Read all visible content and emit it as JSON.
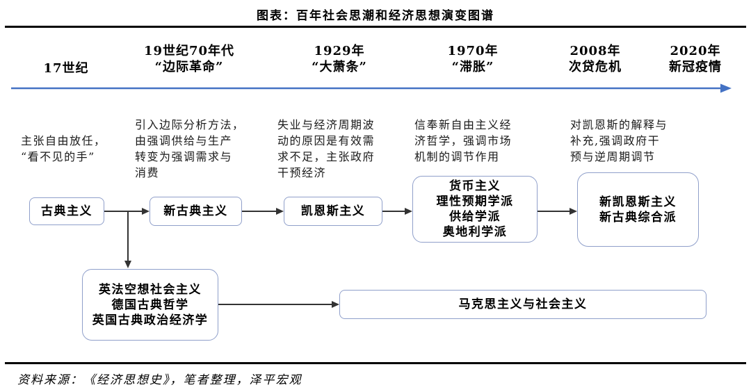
{
  "title": "图表：百年社会思潮和经济思想演变图谱",
  "timeline": {
    "eras": [
      {
        "text": "17世纪"
      },
      {
        "text": "19世纪70年代\n“边际革命”"
      },
      {
        "text": "1929年\n“大萧条”"
      },
      {
        "text": "1970年\n“滞胀”"
      },
      {
        "text": "2008年\n次贷危机"
      },
      {
        "text": "2020年\n新冠疫情"
      }
    ]
  },
  "descriptions": [
    "主张自由放任，\n“看不见的手”",
    "引入边际分析方法，\n由强调供给与生产\n转变为强调需求与\n消费",
    "失业与经济周期波\n动的原因是有效需\n求不足，主张政府\n干预经济",
    "信奉新自由主义经\n济哲学，强调市场\n机制的调节作用",
    "对凯恩斯的解释与\n补充,强调政府干\n预与逆周期调节"
  ],
  "flowchart": {
    "classical": "古典主义",
    "neoclassical": "新古典主义",
    "keynesian": "凯恩斯主义",
    "monetarism": "货币主义\n理性预期学派\n供给学派\n奥地利学派",
    "new_keynesian": "新凯恩斯主义\n新古典综合派",
    "socialism_origins": "英法空想社会主义\n德国古典哲学\n英国古典政治经济学",
    "marxism": "马克思主义与社会主义"
  },
  "footer": "资料来源：《经济思想史》，笔者整理，泽平宏观",
  "colors": {
    "box_border": "#8f9fca",
    "timeline_arrow": "#4472c4",
    "connector": "#333333"
  }
}
